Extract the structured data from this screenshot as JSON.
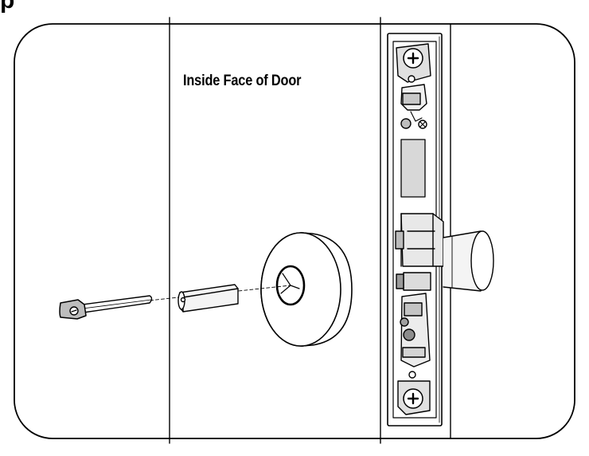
{
  "diagram": {
    "step_marker": "p",
    "label": "Inside Face of Door",
    "parts": [
      "door-edge",
      "lock-faceplate",
      "latch-bolt",
      "deadlatch-plunger",
      "mounting-screw",
      "rose-trim",
      "spindle-sleeve",
      "tailpiece"
    ]
  }
}
